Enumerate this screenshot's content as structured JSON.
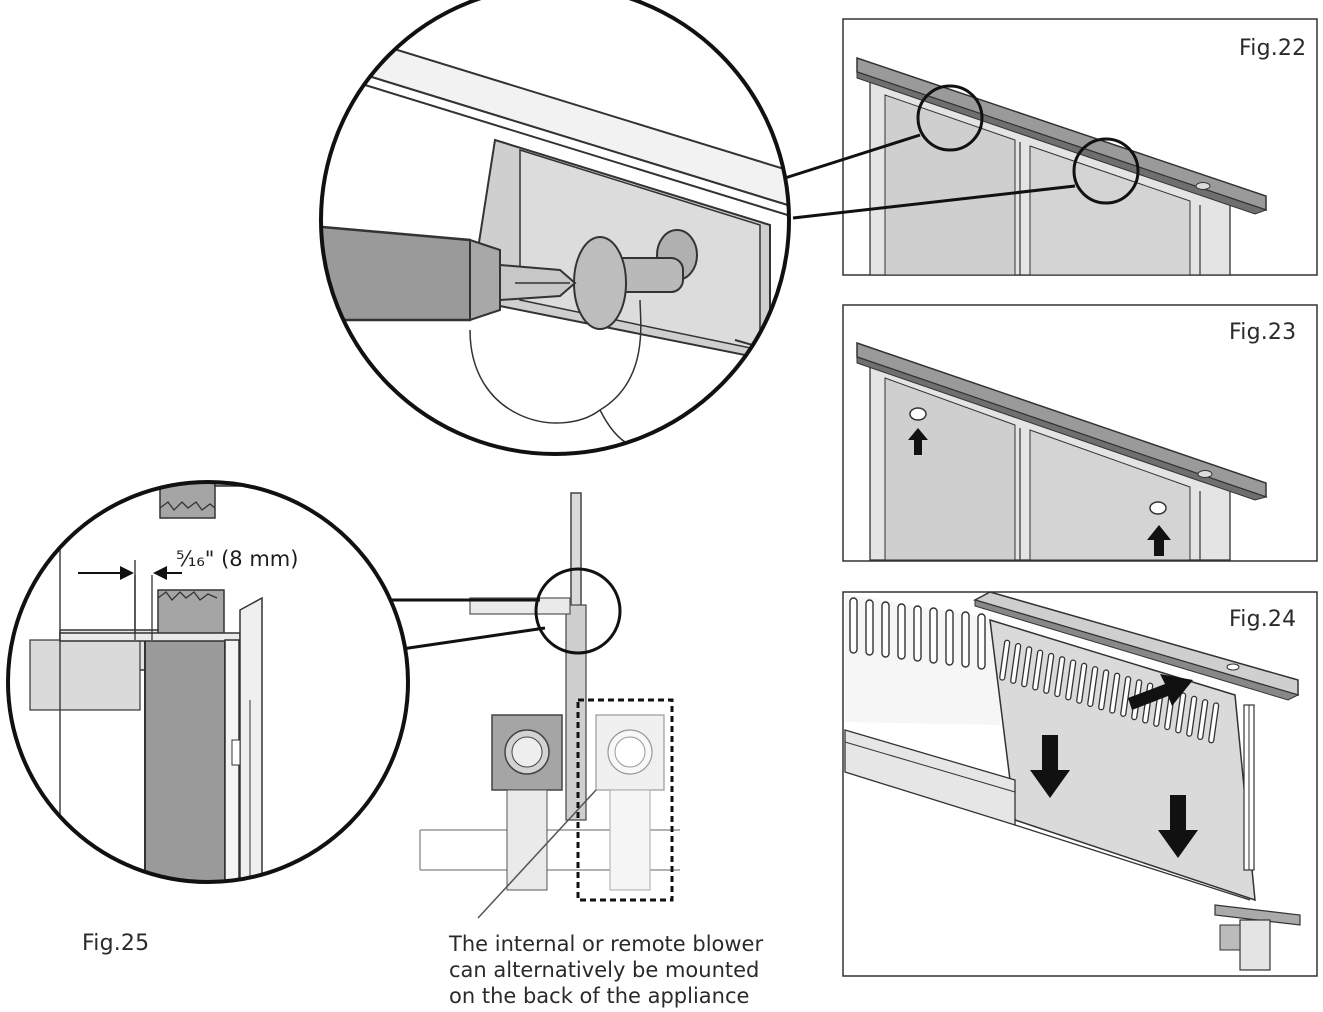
{
  "figures": {
    "fig22": {
      "label": "Fig.22"
    },
    "fig23": {
      "label": "Fig.23"
    },
    "fig24": {
      "label": "Fig.24"
    },
    "fig25": {
      "label": "Fig.25"
    }
  },
  "dimension": {
    "label": "⁵⁄₁₆\" (8 mm)"
  },
  "caption": {
    "lines": [
      "The internal or remote blower",
      "can alternatively be mounted",
      "on the back of the appliance"
    ]
  }
}
